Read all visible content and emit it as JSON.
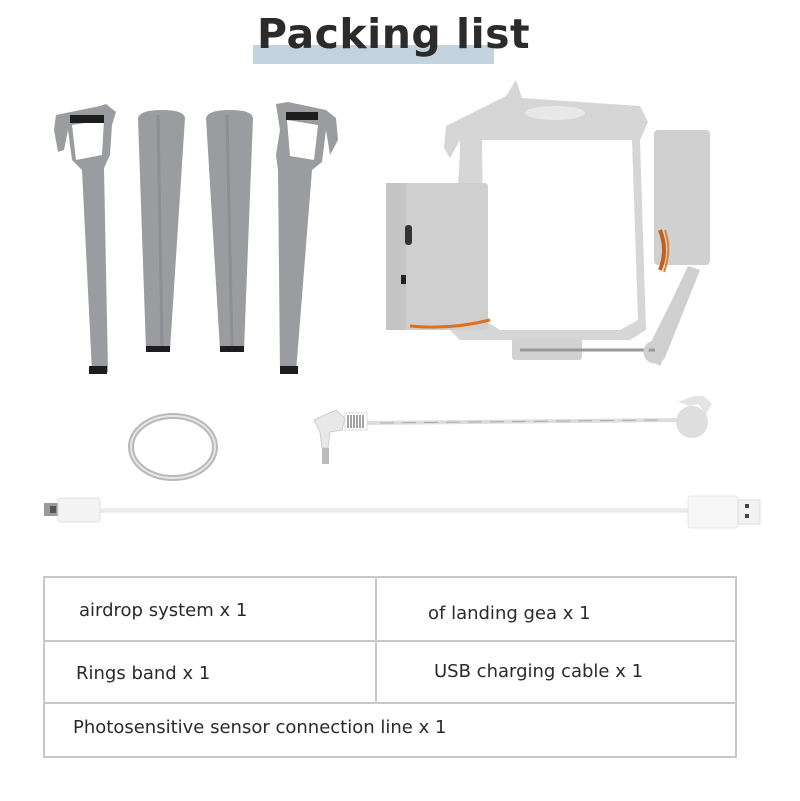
{
  "header": {
    "title": "Packing list",
    "underline_color": "#c3d3de"
  },
  "products": [
    {
      "name": "landing-gear-leg-clip-left"
    },
    {
      "name": "landing-gear-leg-straight"
    },
    {
      "name": "landing-gear-leg-straight"
    },
    {
      "name": "landing-gear-leg-clip-right"
    },
    {
      "name": "airdrop-system"
    },
    {
      "name": "ring"
    },
    {
      "name": "photosensitive-sensor-cable"
    },
    {
      "name": "usb-charging-cable"
    }
  ],
  "table": {
    "rows": [
      [
        "airdrop system x 1",
        "of landing gea x 1"
      ],
      [
        "Rings band x 1",
        "USB charging cable x 1"
      ],
      [
        "Photosensitive sensor connection line x 1"
      ]
    ]
  }
}
